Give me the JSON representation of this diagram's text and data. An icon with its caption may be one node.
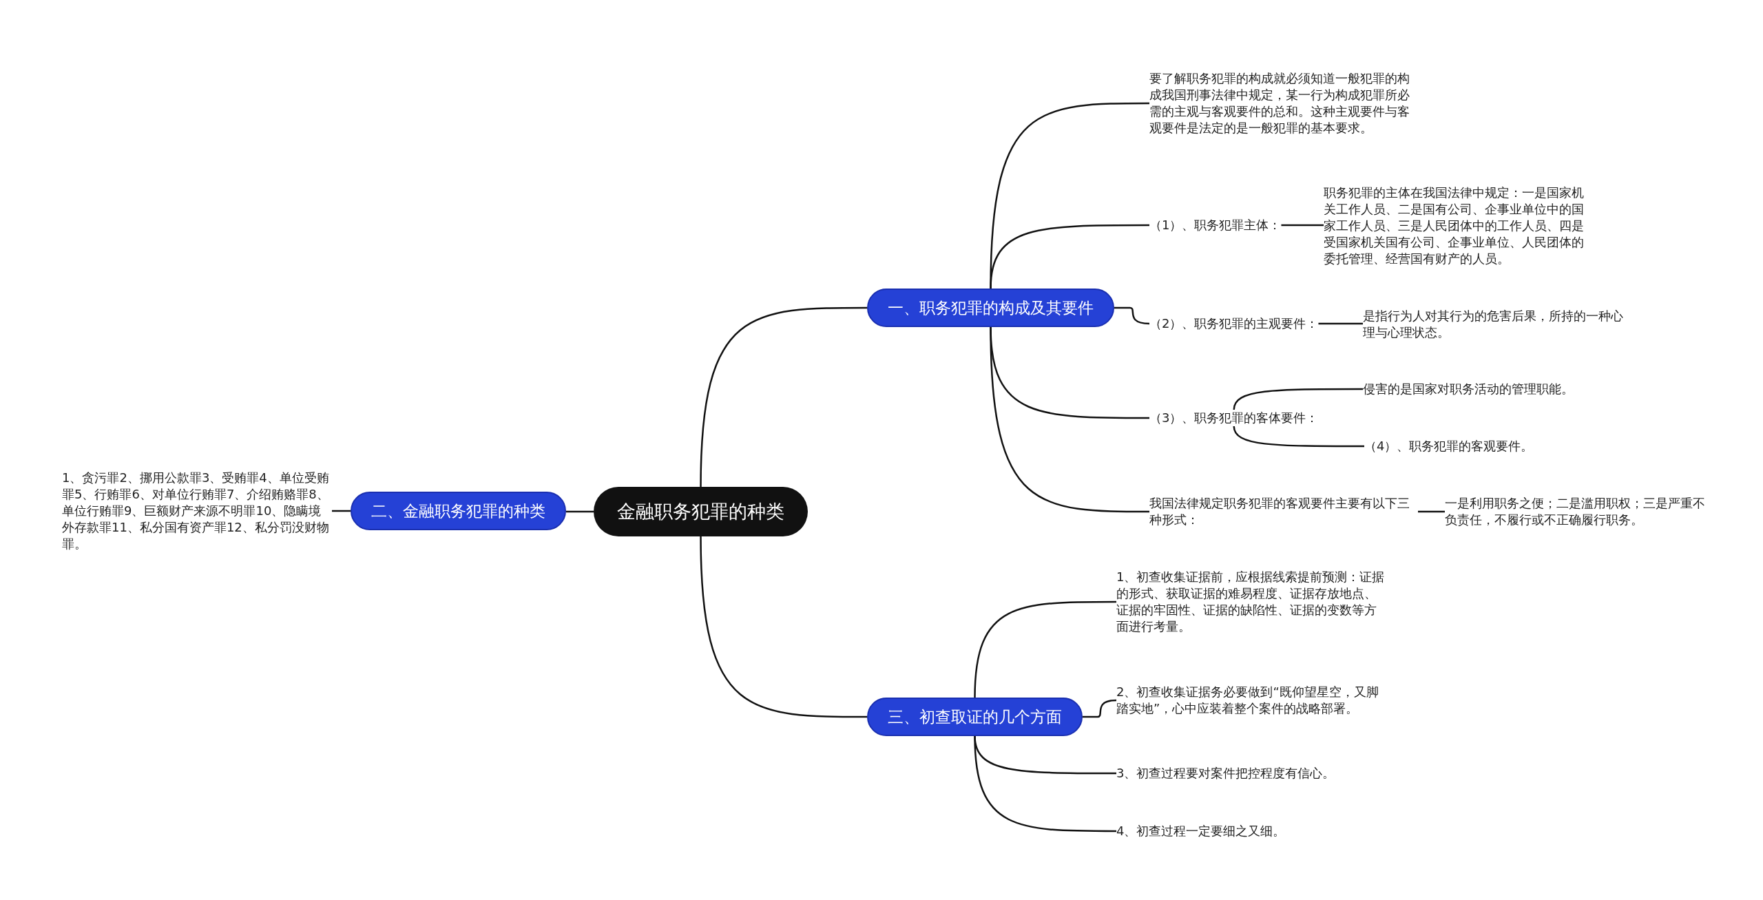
{
  "diagram": {
    "nodes": [
      {
        "text": [
          "金融职务犯罪的种类"
        ]
      },
      {
        "text": [
          "一、职务犯罪的构成及其要件"
        ]
      },
      {
        "text": [
          "要了解职务犯罪的构成就必须知道一般犯罪的构成我国刑事法律中规定，某一行为构成犯罪所必需的主观与客观要件的总和。这种主观要件与客观要件是法定的是一般犯罪的基本要求。"
        ]
      },
      {
        "text": [
          "（1）、职务犯罪主体："
        ]
      },
      {
        "text": [
          "职务犯罪的主体在我国法律中规定：一是国家机关工作人员、二是国有公司、企事业单位中的国家工作人员、三是人民团体中的工作人员、四是受国家机关国有公司、企事业单位、人民团体的委托管理、经营国有财产的人员。"
        ]
      },
      {
        "text": [
          "（2）、职务犯罪的主观要件："
        ]
      },
      {
        "text": [
          "是指行为人对其行为的危害后果，所持的一种心理与心理状态。"
        ]
      },
      {
        "text": [
          "（3）、职务犯罪的客体要件："
        ]
      },
      {
        "text": [
          "侵害的是国家对职务活动的管理职能。"
        ]
      },
      {
        "text": [
          "（4）、职务犯罪的客观要件。"
        ]
      },
      {
        "text": [
          "我国法律规定职务犯罪的客观要件主要有以下三种形式："
        ]
      },
      {
        "text": [
          "一是利用职务之便；二是滥用职权；三是严重不负责任，不履行或不正确履行职务。"
        ]
      },
      {
        "text": [
          "二、金融职务犯罪的种类"
        ]
      },
      {
        "text": [
          "1、贪污罪2、挪用公款罪3、受贿罪4、单位受贿罪5、行贿罪6、对单位行贿罪7、介绍贿赂罪8、单位行贿罪9、巨额财产来源不明罪10、隐瞒境外存款罪11、私分国有资产罪12、私分罚没财物罪。"
        ]
      },
      {
        "text": [
          "三、初查取证的几个方面"
        ]
      },
      {
        "text": [
          "1、初查收集证据前，应根据线索提前预测：证据的形式、获取证据的难易程度、证据存放地点、证据的牢固性、证据的缺陷性、证据的变数等方面进行考量。"
        ]
      },
      {
        "text": [
          "2、初查收集证据务必要做到“既仰望星空，又脚踏实地”，心中应装着整个案件的战略部署。"
        ]
      },
      {
        "text": [
          "3、初查过程要对案件把控程度有信心。"
        ]
      },
      {
        "text": [
          "4、初查过程一定要细之又细。"
        ]
      }
    ],
    "edges": [
      {
        "from": 0,
        "to": 1,
        "arrow": "none"
      },
      {
        "from": 1,
        "to": 2,
        "arrow": "none"
      },
      {
        "from": 1,
        "to": 3,
        "arrow": "none"
      },
      {
        "from": 3,
        "to": 4,
        "arrow": "none"
      },
      {
        "from": 1,
        "to": 5,
        "arrow": "none"
      },
      {
        "from": 5,
        "to": 6,
        "arrow": "none"
      },
      {
        "from": 1,
        "to": 7,
        "arrow": "none"
      },
      {
        "from": 7,
        "to": 8,
        "arrow": "none"
      },
      {
        "from": 7,
        "to": 9,
        "arrow": "none"
      },
      {
        "from": 1,
        "to": 10,
        "arrow": "none"
      },
      {
        "from": 10,
        "to": 11,
        "arrow": "none"
      },
      {
        "from": 0,
        "to": 12,
        "arrow": "none"
      },
      {
        "from": 12,
        "to": 13,
        "arrow": "none"
      },
      {
        "from": 0,
        "to": 14,
        "arrow": "none"
      },
      {
        "from": 14,
        "to": 15,
        "arrow": "none"
      },
      {
        "from": 14,
        "to": 16,
        "arrow": "none"
      },
      {
        "from": 14,
        "to": 17,
        "arrow": "none"
      },
      {
        "from": 14,
        "to": 18,
        "arrow": "none"
      }
    ]
  }
}
